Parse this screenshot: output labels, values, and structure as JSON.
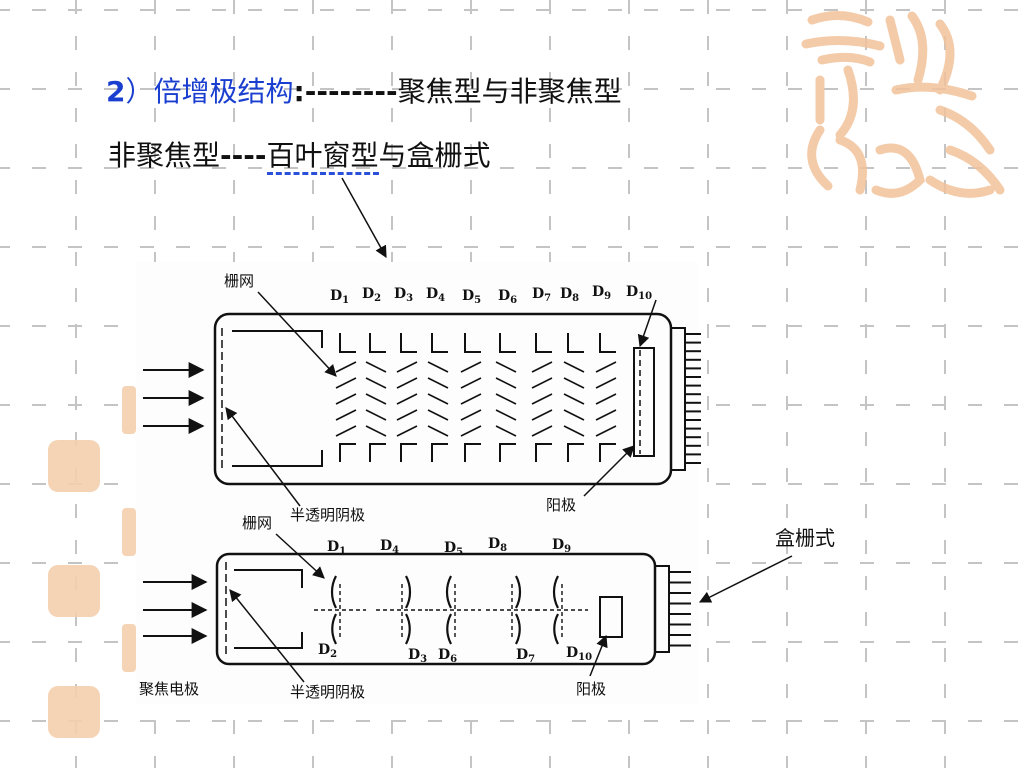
{
  "slide": {
    "heading": {
      "number": "2",
      "label": "）倍增极结构",
      "separator": ":--------",
      "text": "聚焦型与非聚焦型"
    },
    "subheading": {
      "prefix": "非聚焦型",
      "dashes": "----",
      "underlined": "百叶窗型",
      "suffix": "与盒栅式"
    },
    "box_type_label": "盒栅式"
  },
  "venetian_blind_diagram": {
    "grid_label": "栅网",
    "dynodes": [
      {
        "letter": "D",
        "sub": "1"
      },
      {
        "letter": "D",
        "sub": "2"
      },
      {
        "letter": "D",
        "sub": "3"
      },
      {
        "letter": "D",
        "sub": "4"
      },
      {
        "letter": "D",
        "sub": "5"
      },
      {
        "letter": "D",
        "sub": "6"
      },
      {
        "letter": "D",
        "sub": "7"
      },
      {
        "letter": "D",
        "sub": "8"
      },
      {
        "letter": "D",
        "sub": "9"
      },
      {
        "letter": "D",
        "sub": "10"
      }
    ],
    "cathode_label": "半透明阴极",
    "anode_label": "阳极"
  },
  "box_grid_diagram": {
    "grid_label": "栅网",
    "top_dynodes": [
      {
        "letter": "D",
        "sub": "1"
      },
      {
        "letter": "D",
        "sub": "4"
      },
      {
        "letter": "D",
        "sub": "5"
      },
      {
        "letter": "D",
        "sub": "8"
      },
      {
        "letter": "D",
        "sub": "9"
      }
    ],
    "bottom_dynodes": [
      {
        "letter": "D",
        "sub": "2"
      },
      {
        "letter": "D",
        "sub": "3"
      },
      {
        "letter": "D",
        "sub": "6"
      },
      {
        "letter": "D",
        "sub": "7"
      },
      {
        "letter": "D",
        "sub": "10"
      }
    ],
    "focus_label": "聚焦电极",
    "cathode_label": "半透明阴极",
    "anode_label": "阳极"
  },
  "colors": {
    "accent_blue": "#1a3fd0",
    "grid_dash": "#bdbdbd",
    "watermark": "#f3c9a8"
  }
}
